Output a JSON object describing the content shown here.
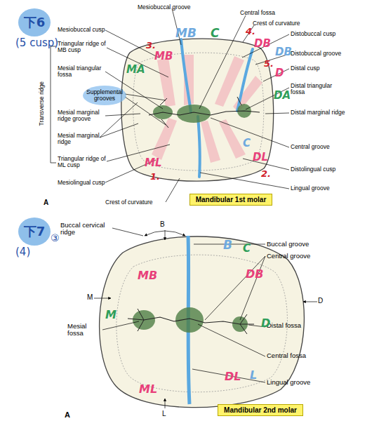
{
  "diagram": {
    "nodes": [
      {
        "text": [
          "下6",
          "(5 cusp)"
        ]
      },
      {
        "text": [
          "Supplemental grooves"
        ]
      },
      {
        "text": [
          "Mandibular 1st molar"
        ]
      },
      {
        "text": [
          "下7",
          "(4)"
        ]
      },
      {
        "text": [
          "Mandibular 2nd molar"
        ]
      }
    ],
    "labels": [
      "Mesiobuccal groove",
      "Central fossa",
      "Crest of curvature",
      "Mesiobuccal cusp",
      "Distobuccal cusp",
      "Triangular ridge of MB cusp",
      "Distobuccal groove",
      "Distal cusp",
      "Mesial triangular fossa",
      "Distal triangular fossa",
      "Distal marginal ridge",
      "Mesial marginal ridge groove",
      "Mesial marginal ridge",
      "Central groove",
      "Triangular ridge of ML cusp",
      "Distolingual cusp",
      "Mesiolingual cusp",
      "Lingual groove",
      "Transverse ridge",
      "Crest of curvature",
      "A",
      "MB",
      "C",
      "4.",
      "3.",
      "MB",
      "DB",
      "DB",
      "5.",
      "D",
      "MA",
      "DA",
      "C",
      "DL",
      "2.",
      "ML",
      "1.",
      "③",
      "Buccal cervical ridge",
      "B",
      "Buccal groove",
      "Central groove",
      "M",
      "D",
      "Mesial fossa",
      "Distal fossa",
      "Central fossa",
      "Lingual groove",
      "L",
      "A",
      "B",
      "C",
      "MB",
      "DB",
      "M",
      "D",
      "ML",
      "DL",
      "L"
    ]
  }
}
